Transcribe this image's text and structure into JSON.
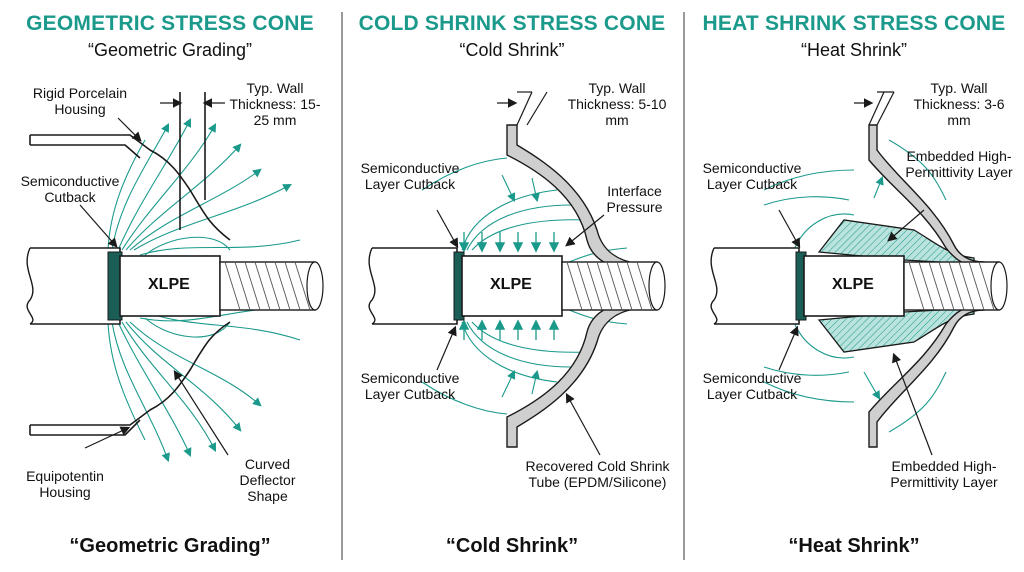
{
  "panels": [
    {
      "title": "GEOMETRIC STRESS CONE",
      "subtitle": "“Geometric Grading”",
      "footer": "“Geometric Grading”",
      "labels": {
        "housing": "Rigid Porcelain Housing",
        "wall": "Typ. Wall Thickness: 15-25 mm",
        "cutback": "Semiconductive Cutback",
        "xlpe": "XLPE",
        "equipotential": "Equipotentin Housing",
        "deflector": "Curved Deflector Shape"
      }
    },
    {
      "title": "COLD SHRINK STRESS CONE",
      "subtitle": "“Cold Shrink”",
      "footer": "“Cold Shrink”",
      "labels": {
        "wall": "Typ. Wall Thickness: 5-10 mm",
        "layer_cutback_top": "Semiconductive Layer Cutback",
        "interface": "Interface Pressure",
        "xlpe": "XLPE",
        "layer_cutback_bottom": "Semiconductive Layer Cutback",
        "tube": "Recovered Cold Shrink Tube (EPDM/Silicone)"
      }
    },
    {
      "title": "HEAT SHRINK STRESS CONE",
      "subtitle": "“Heat Shrink”",
      "footer": "“Heat Shrink”",
      "labels": {
        "wall": "Typ. Wall Thickness: 3-6 mm",
        "layer_cutback_top": "Semiconductive Layer Cutback",
        "embedded_top": "Embedded High-Permittivity Layer",
        "xlpe": "XLPE",
        "layer_cutback_bottom": "Semiconductive Layer Cutback",
        "embedded_bottom": "Embedded High-Permittivity Layer"
      }
    }
  ],
  "colors": {
    "accent": "#1b9a8c",
    "ink": "#1a1a1a",
    "hatch": "#b9e3dc"
  }
}
